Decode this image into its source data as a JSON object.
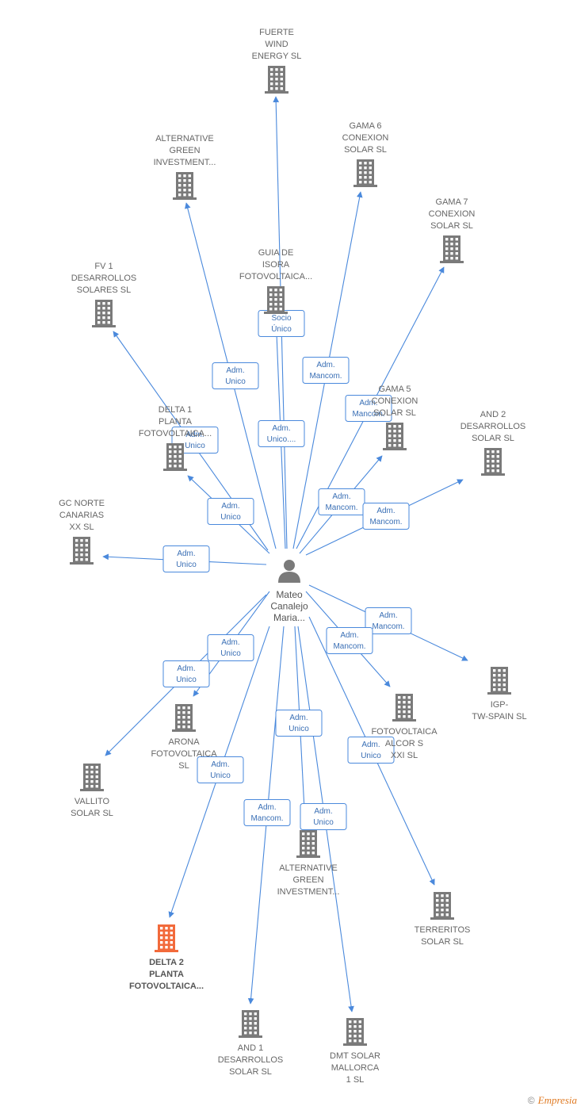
{
  "center": {
    "name_lines": [
      "Mateo",
      "Canalejo",
      "Maria..."
    ],
    "icon": "person-icon"
  },
  "colors": {
    "edge": "#4a89dc",
    "building": "#7a7a7a",
    "highlight": "#f26a3b"
  },
  "nodes": [
    {
      "id": "fuerte-wind",
      "label_lines": [
        "FUERTE",
        "WIND",
        "ENERGY  SL"
      ],
      "highlight": false
    },
    {
      "id": "alternative-green-top",
      "label_lines": [
        "ALTERNATIVE",
        "GREEN",
        "INVESTMENT..."
      ],
      "highlight": false
    },
    {
      "id": "gama-6",
      "label_lines": [
        "GAMA 6",
        "CONEXION",
        "SOLAR  SL"
      ],
      "highlight": false
    },
    {
      "id": "gama-7",
      "label_lines": [
        "GAMA 7",
        "CONEXION",
        "SOLAR  SL"
      ],
      "highlight": false
    },
    {
      "id": "guia-de-isora",
      "label_lines": [
        "GUIA DE",
        "ISORA",
        "FOTOVOLTAICA..."
      ],
      "highlight": false
    },
    {
      "id": "fv-1",
      "label_lines": [
        "FV 1",
        "DESARROLLOS",
        "SOLARES  SL"
      ],
      "highlight": false
    },
    {
      "id": "gama-5",
      "label_lines": [
        "GAMA 5",
        "CONEXION",
        "SOLAR  SL"
      ],
      "highlight": false
    },
    {
      "id": "and-2",
      "label_lines": [
        "AND 2",
        "DESARROLLOS",
        "SOLAR  SL"
      ],
      "highlight": false
    },
    {
      "id": "delta-1",
      "label_lines": [
        "DELTA 1",
        "PLANTA",
        "FOTOVOLTAICA..."
      ],
      "highlight": false
    },
    {
      "id": "gc-norte",
      "label_lines": [
        "GC NORTE",
        "CANARIAS",
        "XX  SL"
      ],
      "highlight": false
    },
    {
      "id": "igp-tw",
      "label_lines": [
        "IGP-",
        "TW-SPAIN  SL"
      ],
      "highlight": false
    },
    {
      "id": "fotovoltaica-xxi",
      "label_lines": [
        "FOTOVOLTAICA",
        "ALCOR S",
        "XXI  SL"
      ],
      "highlight": false
    },
    {
      "id": "arona",
      "label_lines": [
        "ARONA",
        "FOTOVOLTAICA",
        "SL"
      ],
      "highlight": false
    },
    {
      "id": "vallito",
      "label_lines": [
        "VALLITO",
        "SOLAR  SL"
      ],
      "highlight": false
    },
    {
      "id": "alternative-green-bottom",
      "label_lines": [
        "ALTERNATIVE",
        "GREEN",
        "INVESTMENT..."
      ],
      "highlight": false
    },
    {
      "id": "terreritos",
      "label_lines": [
        "TERRERITOS",
        "SOLAR  SL"
      ],
      "highlight": false
    },
    {
      "id": "delta-2",
      "label_lines": [
        "DELTA 2",
        "PLANTA",
        "FOTOVOLTAICA..."
      ],
      "highlight": true
    },
    {
      "id": "and-1",
      "label_lines": [
        "AND 1",
        "DESARROLLOS",
        "SOLAR  SL"
      ],
      "highlight": false
    },
    {
      "id": "dmt-solar",
      "label_lines": [
        "DMT SOLAR",
        "MALLORCA",
        "1  SL"
      ],
      "highlight": false
    }
  ],
  "edges": [
    {
      "target": "fuerte-wind",
      "role_lines": [
        "Socio",
        "Único"
      ]
    },
    {
      "target": "alternative-green-top",
      "role_lines": [
        "Adm.",
        "Unico"
      ]
    },
    {
      "target": "gama-6",
      "role_lines": [
        "Adm.",
        "Mancom."
      ]
    },
    {
      "target": "gama-7",
      "role_lines": [
        "Adm.",
        "Mancom."
      ]
    },
    {
      "target": "guia-de-isora",
      "role_lines": [
        "Adm.",
        "Unico...."
      ]
    },
    {
      "target": "fv-1",
      "role_lines": [
        "Adm.",
        "Unico"
      ]
    },
    {
      "target": "gama-5",
      "role_lines": [
        "Adm.",
        "Mancom."
      ]
    },
    {
      "target": "and-2",
      "role_lines": [
        "Adm.",
        "Mancom."
      ]
    },
    {
      "target": "delta-1",
      "role_lines": [
        "Adm.",
        "Unico"
      ]
    },
    {
      "target": "gc-norte",
      "role_lines": [
        "Adm.",
        "Unico"
      ]
    },
    {
      "target": "igp-tw",
      "role_lines": [
        "Adm.",
        "Mancom."
      ]
    },
    {
      "target": "fotovoltaica-xxi",
      "role_lines": [
        "Adm.",
        "Mancom."
      ]
    },
    {
      "target": "arona",
      "role_lines": [
        "Adm.",
        "Unico"
      ]
    },
    {
      "target": "vallito",
      "role_lines": [
        "Adm.",
        "Unico"
      ]
    },
    {
      "target": "alternative-green-bottom",
      "role_lines": [
        "Adm.",
        "Unico"
      ]
    },
    {
      "target": "terreritos",
      "role_lines": [
        "Adm.",
        "Unico"
      ]
    },
    {
      "target": "delta-2",
      "role_lines": [
        "Adm.",
        "Unico"
      ]
    },
    {
      "target": "and-1",
      "role_lines": [
        "Adm.",
        "Mancom."
      ]
    },
    {
      "target": "dmt-solar",
      "role_lines": [
        "Adm.",
        "Unico"
      ]
    }
  ],
  "footer": {
    "copyright": "©",
    "brand": "Empresia"
  }
}
